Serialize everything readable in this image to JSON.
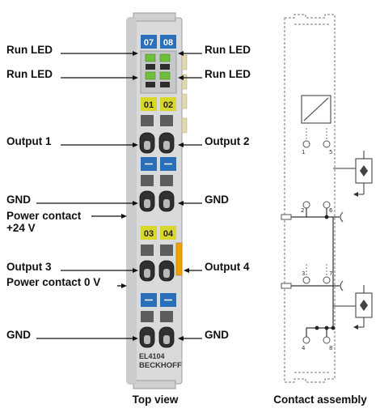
{
  "labels_left": {
    "run_led_1": "Run LED",
    "run_led_2": "Run LED",
    "output_1": "Output 1",
    "gnd_1": "GND",
    "power_contact_24v_line1": "Power contact",
    "power_contact_24v_line2": "+24 V",
    "output_3": "Output 3",
    "power_contact_0v": "Power contact 0 V",
    "gnd_3": "GND"
  },
  "labels_right": {
    "run_led_1": "Run LED",
    "run_led_2": "Run LED",
    "output_2": "Output 2",
    "gnd_2": "GND",
    "output_4": "Output 4",
    "gnd_4": "GND"
  },
  "terminal": {
    "led_badges": [
      "07",
      "08"
    ],
    "channel_badges_top": [
      "01",
      "02"
    ],
    "channel_badges_bottom": [
      "03",
      "04"
    ],
    "model": "EL4104",
    "brand": "BECKHOFF"
  },
  "contact_assembly": {
    "pins": [
      "1",
      "5",
      "2",
      "6",
      "3",
      "7",
      "4",
      "8"
    ]
  },
  "captions": {
    "top_view": "Top view",
    "contact_assembly": "Contact assembly"
  },
  "colors": {
    "led_badge_blue": "#2a6fba",
    "channel_badge_yellow": "#d9d82a",
    "power_contact_orange": "#f0a000",
    "housing_gray": "#d9dadb"
  }
}
